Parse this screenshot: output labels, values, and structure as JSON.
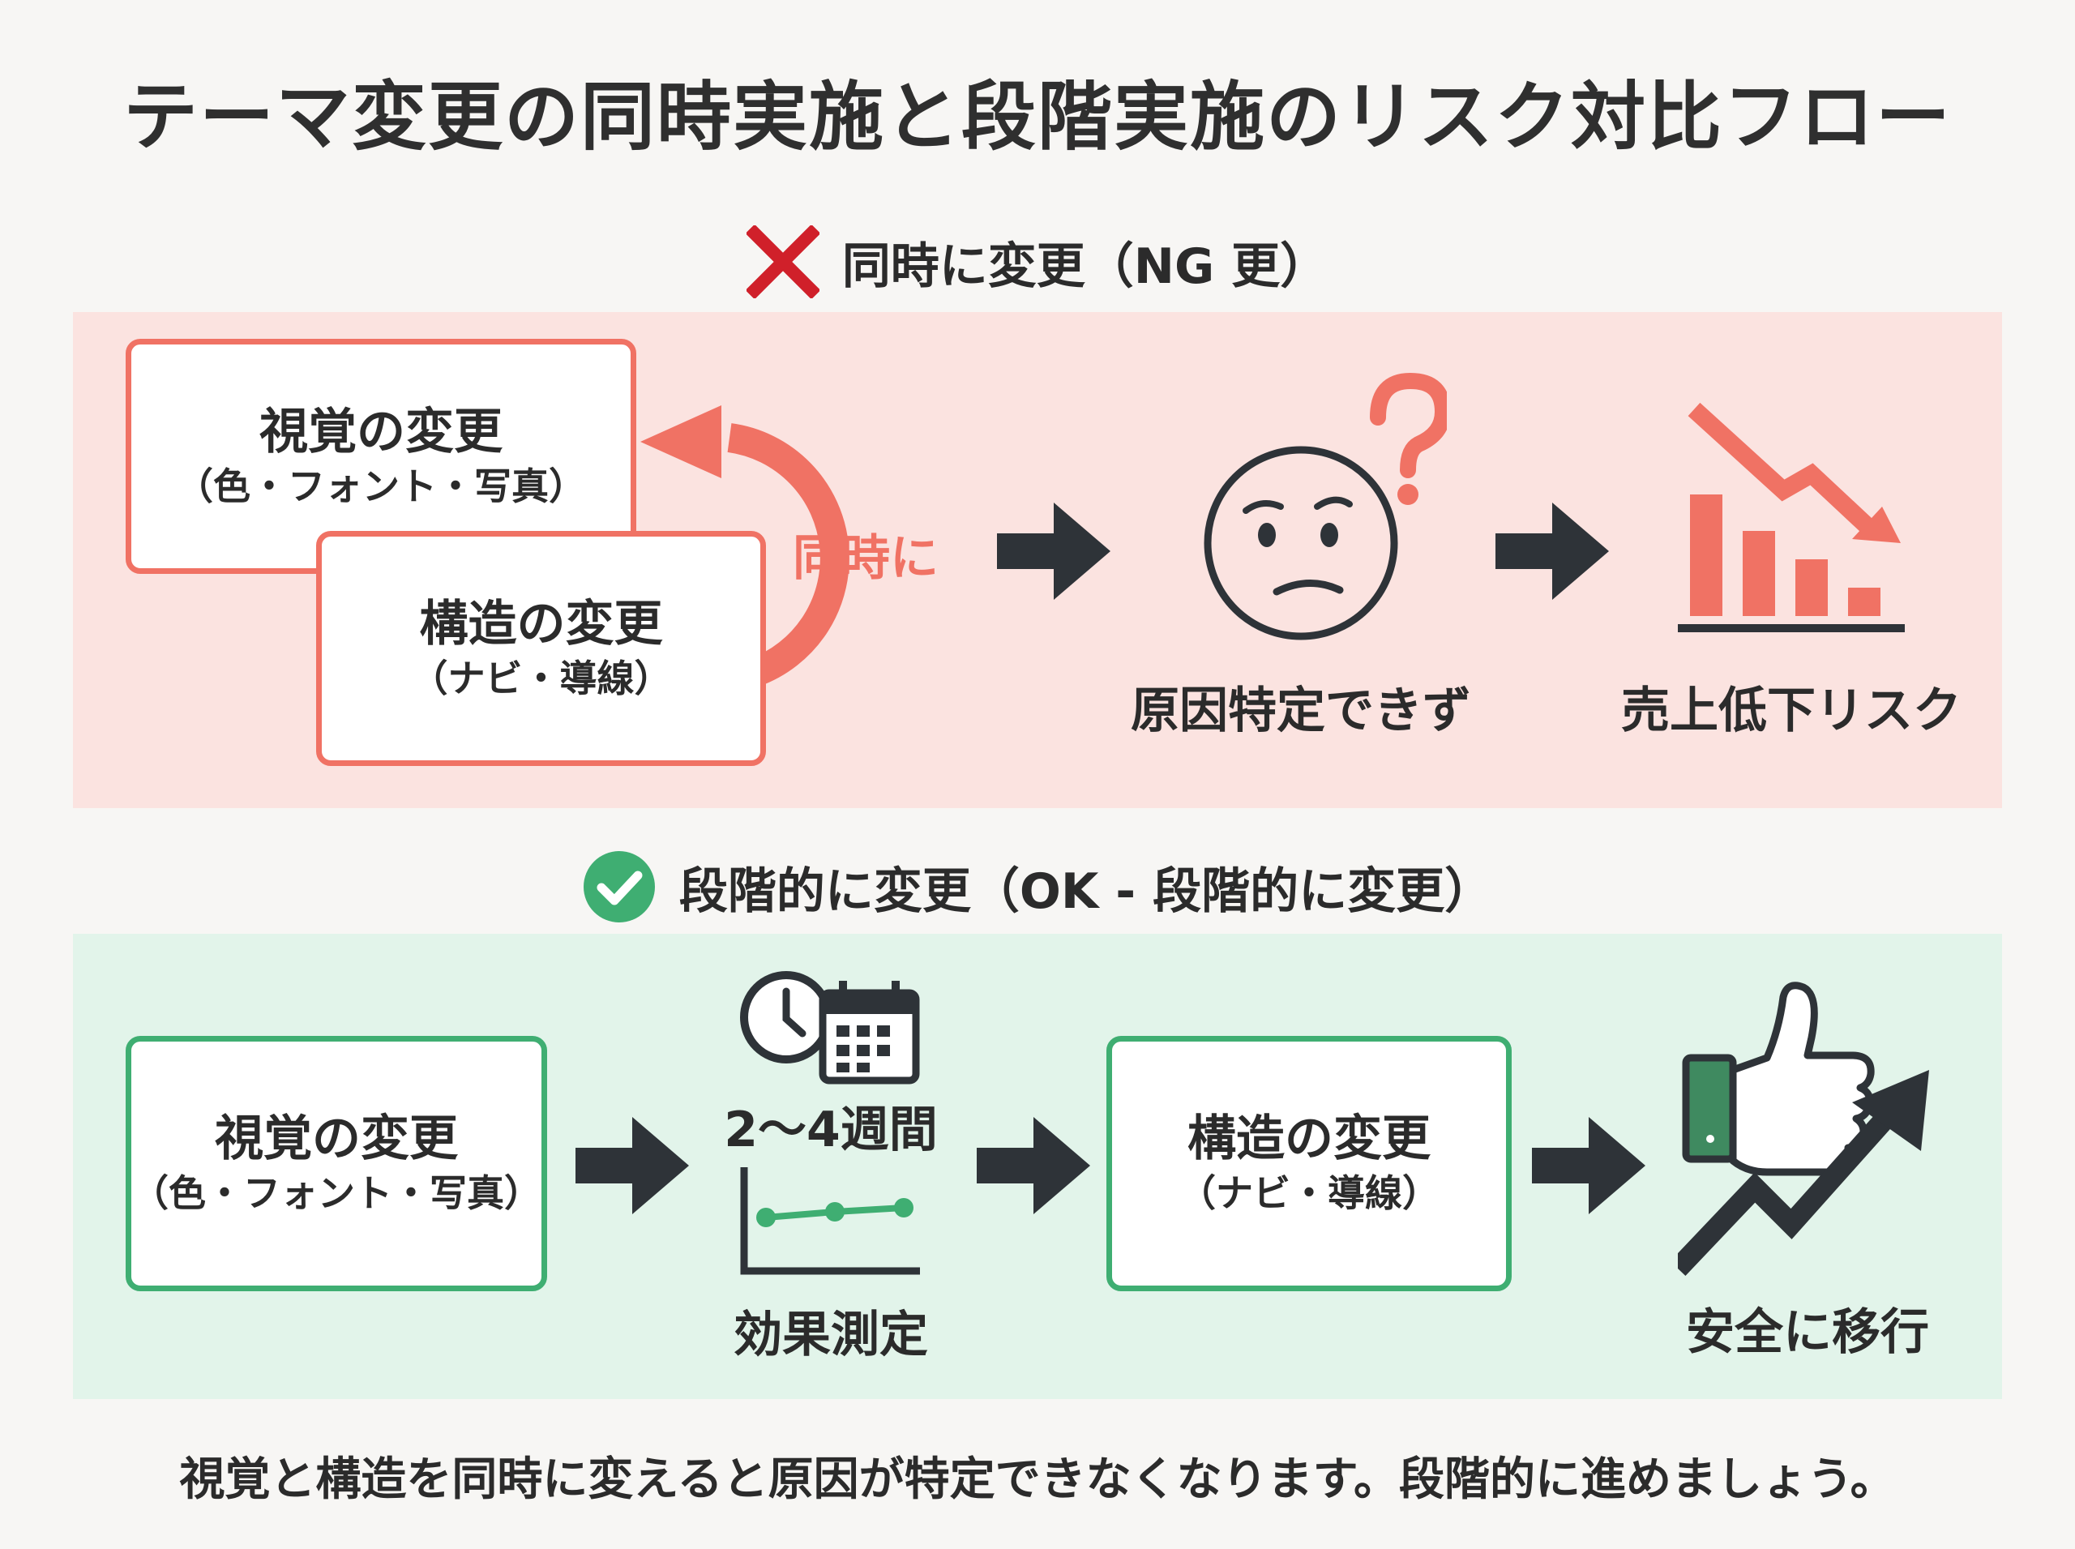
{
  "title": "テーマ変更の同時実施と段階実施のリスク対比フロー",
  "ng_section": {
    "header": "同時に変更（NG 更）",
    "box_visual": {
      "title": "視覚の変更",
      "sub": "（色・フォント・写真）"
    },
    "box_structure": {
      "title": "構造の変更",
      "sub": "（ナビ・導線）"
    },
    "loop_label": "同時に",
    "step_cause": "原因特定できず",
    "step_risk": "売上低下リスク"
  },
  "ok_section": {
    "header": "段階的に変更（OK - 段階的に変更）",
    "box_visual": {
      "title": "視覚の変更",
      "sub": "（色・フォント・写真）"
    },
    "period": "2〜4週間",
    "measure": "効果測定",
    "box_structure": {
      "title": "構造の変更",
      "sub": "（ナビ・導線）"
    },
    "step_safe": "安全に移行"
  },
  "footer": "視覚と構造を同時に変えると原因が特定できなくなります。段階的に進めましょう。",
  "colors": {
    "ng_accent": "#f07264",
    "ng_bg": "#fbe3e0",
    "ok_accent": "#3fae72",
    "ok_bg": "#e2f4ea",
    "dark": "#2e3338",
    "cross": "#d0202a"
  },
  "icons": [
    "cross-icon",
    "check-circle-icon",
    "confused-face-icon",
    "question-mark-icon",
    "declining-bar-chart-icon",
    "clock-icon",
    "calendar-icon",
    "line-graph-icon",
    "thumbs-up-icon",
    "rising-arrow-icon",
    "right-arrow-icon"
  ]
}
